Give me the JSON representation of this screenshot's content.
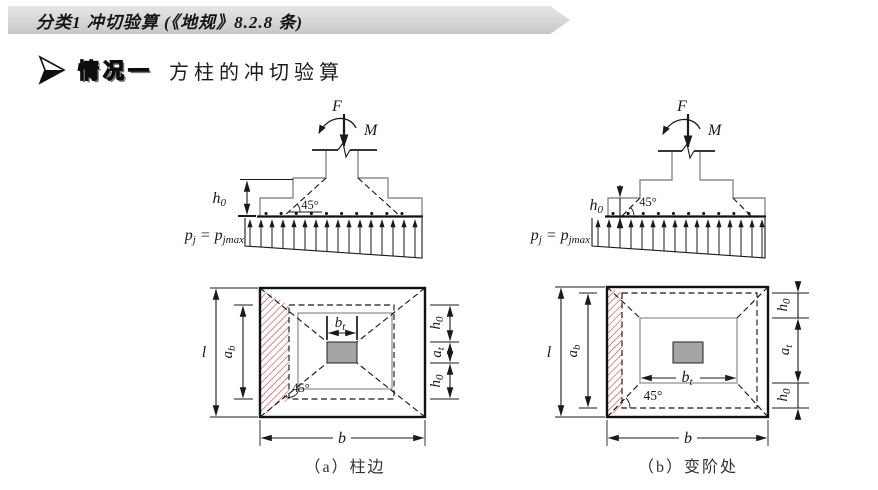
{
  "header": {
    "title": "分类1  冲切验算 (《地规》8.2.8 条)"
  },
  "case_row": {
    "icon": "arrow-right-icon",
    "badge": "情况一",
    "title": "方柱的冲切验算"
  },
  "colors": {
    "banner_gray": "#d6d6d6",
    "outline_gray": "#8c8c8c",
    "ink": "#1a1a1a",
    "hatch_red": "#c4403a",
    "column_fill": "#a5a5a5"
  },
  "figure_a": {
    "caption": "（a）柱边",
    "elevation": {
      "force": "F",
      "moment": "M",
      "angle": "45°",
      "h0": {
        "base": "h",
        "sub": "0"
      },
      "pressure": {
        "base1": "p",
        "sub1": "j",
        "eq": "=",
        "base2": "p",
        "sub2": "jmax"
      }
    },
    "plan": {
      "l": "l",
      "ab": {
        "base": "a",
        "sub": "b"
      },
      "bt": {
        "base": "b",
        "sub": "t"
      },
      "h0_top": {
        "base": "h",
        "sub": "0"
      },
      "at": {
        "base": "a",
        "sub": "t"
      },
      "h0_bottom": {
        "base": "h",
        "sub": "0"
      },
      "b": "b",
      "angle": "45°"
    }
  },
  "figure_b": {
    "caption": "（b）变阶处",
    "elevation": {
      "force": "F",
      "moment": "M",
      "angle": "45°",
      "h0": {
        "base": "h",
        "sub": "0"
      },
      "pressure": {
        "base1": "p",
        "sub1": "j",
        "eq": "=",
        "base2": "p",
        "sub2": "jmax"
      }
    },
    "plan": {
      "l": "l",
      "ab": {
        "base": "a",
        "sub": "b"
      },
      "bt": {
        "base": "b",
        "sub": "t"
      },
      "h0_top": {
        "base": "h",
        "sub": "0"
      },
      "at": {
        "base": "a",
        "sub": "t"
      },
      "h0_bottom": {
        "base": "h",
        "sub": "0"
      },
      "b": "b",
      "angle": "45°"
    }
  }
}
